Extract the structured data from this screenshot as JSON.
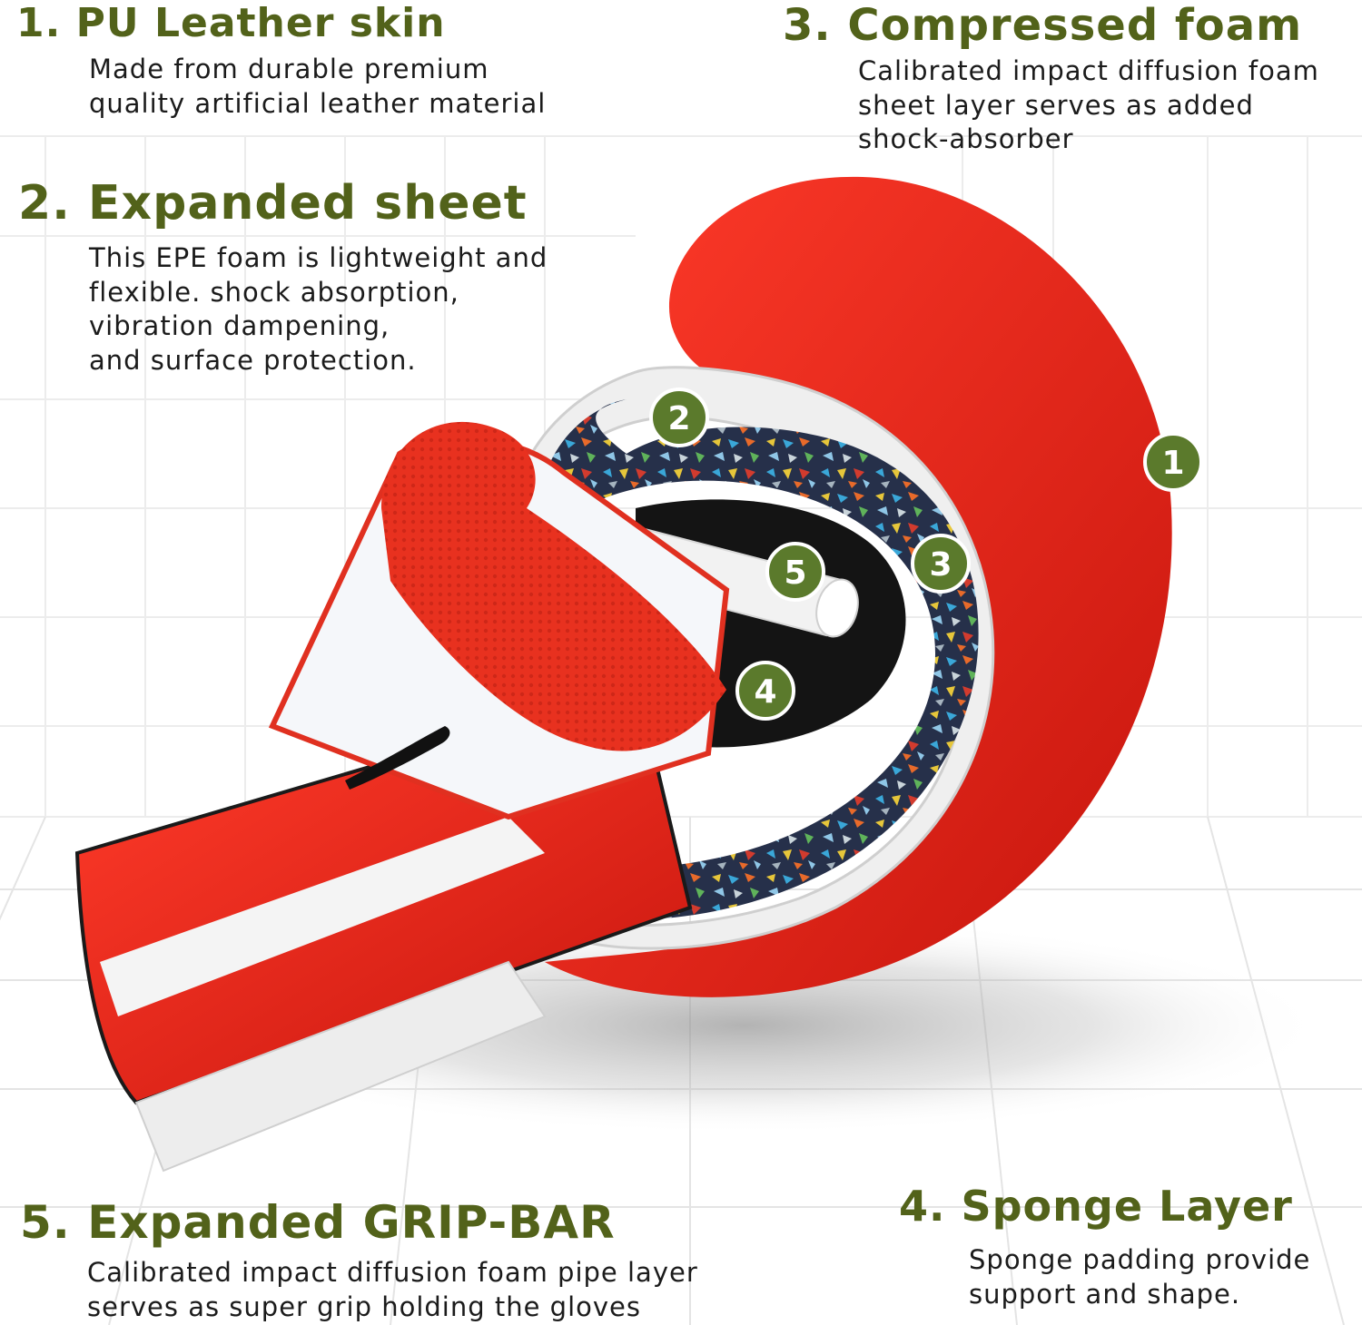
{
  "colors": {
    "heading": "#52621a",
    "body_text": "#1b1b1b",
    "badge_fill": "#5b7a2c",
    "badge_ring": "#ffffff",
    "leather_red": "#e3241b",
    "foam_white": "#eeeeee"
  },
  "layers": [
    {
      "number": "1",
      "title": "1. PU Leather skin",
      "description": "Made from durable premium\nquality artificial leather material"
    },
    {
      "number": "2",
      "title": "2. Expanded sheet",
      "description": "This EPE foam is lightweight and\nflexible. shock absorption,\nvibration dampening,\nand surface protection."
    },
    {
      "number": "3",
      "title": "3. Compressed foam",
      "description": "Calibrated impact diffusion foam\nsheet layer serves as added\nshock-absorber"
    },
    {
      "number": "4",
      "title": "4. Sponge Layer",
      "description": "Sponge padding provide\nsupport and shape."
    },
    {
      "number": "5",
      "title": "5. Expanded GRIP-BAR",
      "description": "Calibrated impact diffusion foam pipe layer\nserves as super grip holding the gloves"
    }
  ],
  "illustration": {
    "subject": "boxing-glove-cutaway"
  }
}
